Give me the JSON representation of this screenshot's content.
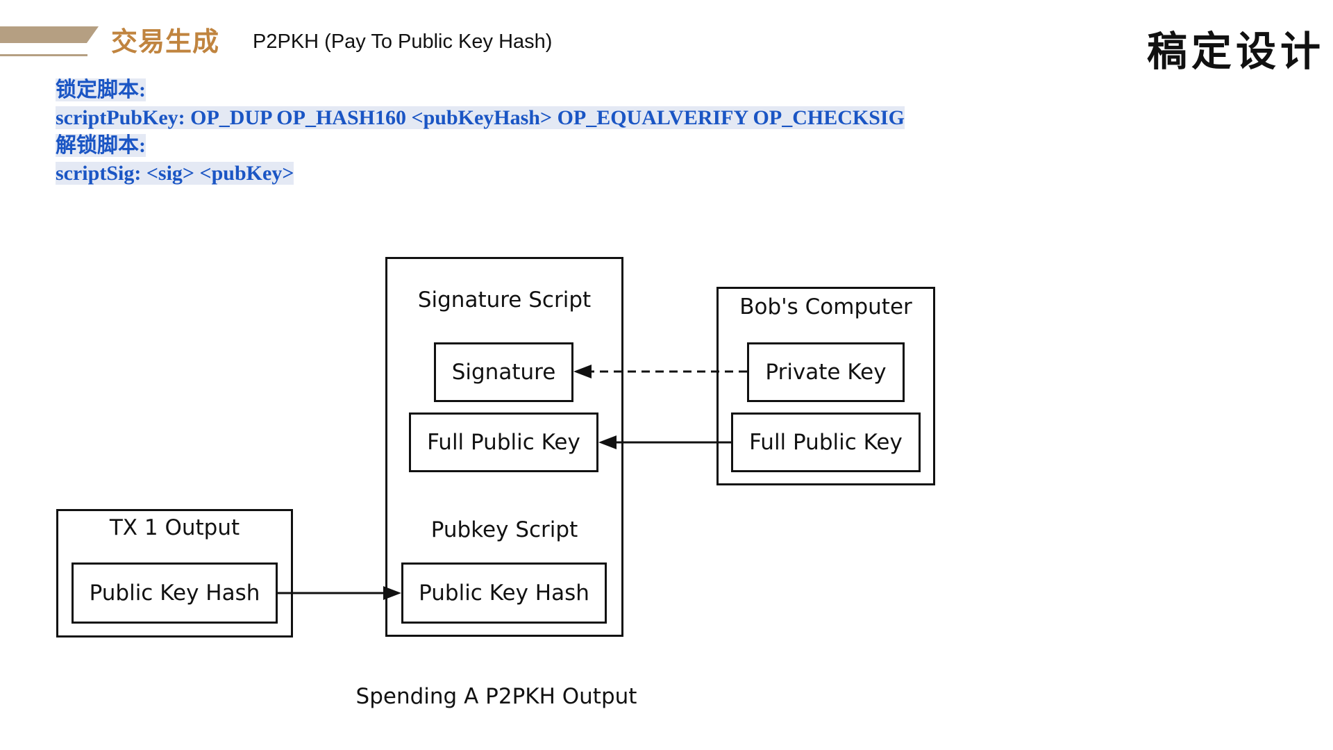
{
  "header": {
    "section_title": "交易生成",
    "subtitle": "P2PKH (Pay To Public Key Hash)",
    "brand": "稿定设计"
  },
  "scripts": {
    "lock_label": "锁定脚本:",
    "lock_script": "scriptPubKey: OP_DUP OP_HASH160 <pubKeyHash> OP_EQUALVERIFY OP_CHECKSIG",
    "unlock_label": "解锁脚本:",
    "unlock_script": "scriptSig: <sig> <pubKey>"
  },
  "diagram": {
    "tx_output": {
      "title": "TX 1 Output",
      "item": "Public Key Hash"
    },
    "tx_input": {
      "signature_script_title": "Signature Script",
      "signature": "Signature",
      "full_public_key": "Full Public Key",
      "pubkey_script_title": "Pubkey Script",
      "public_key_hash": "Public Key Hash"
    },
    "bobs_computer": {
      "title": "Bob's Computer",
      "private_key": "Private Key",
      "full_public_key": "Full Public Key"
    },
    "caption": "Spending A P2PKH Output"
  },
  "colors": {
    "accent_gold": "#c0843f",
    "bar_tan": "#b59f82",
    "script_blue": "#1a55c4",
    "script_highlight": "#e4e9f4"
  }
}
